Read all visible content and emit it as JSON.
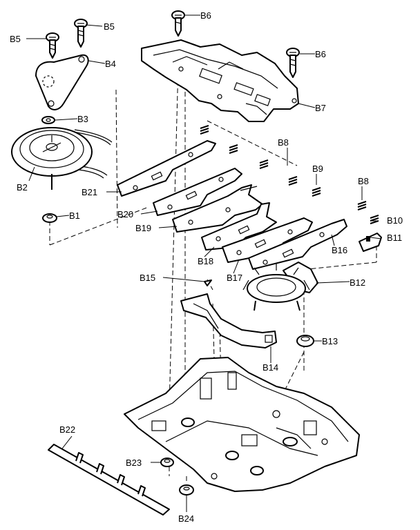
{
  "diagram": {
    "labels": {
      "B1": "B1",
      "B2": "B2",
      "B3": "B3",
      "B4": "B4",
      "B5": "B5",
      "B6": "B6",
      "B7": "B7",
      "B8": "B8",
      "B9": "B9",
      "B10": "B10",
      "B11": "B11",
      "B12": "B12",
      "B13": "B13",
      "B14": "B14",
      "B15": "B15",
      "B16": "B16",
      "B17": "B17",
      "B18": "B18",
      "B19": "B19",
      "B20": "B20",
      "B21": "B21",
      "B22": "B22",
      "B23": "B23",
      "B24": "B24"
    }
  }
}
